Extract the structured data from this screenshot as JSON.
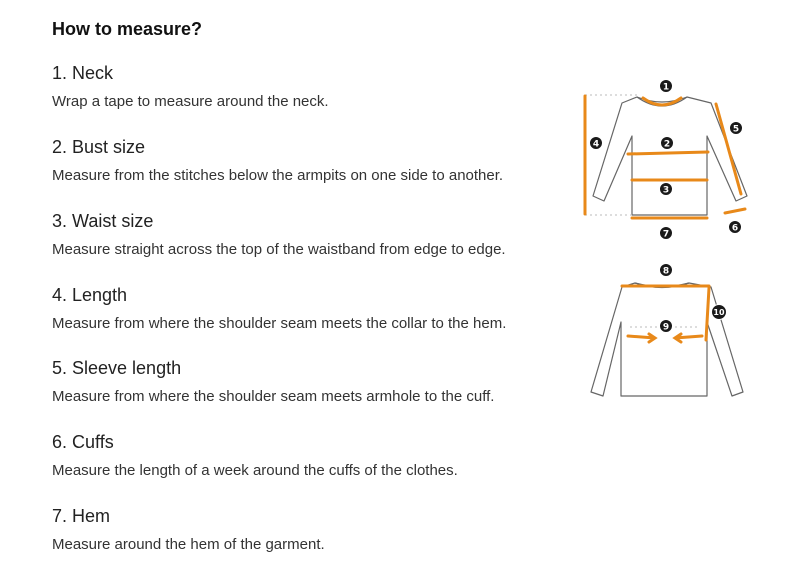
{
  "heading": "How to measure?",
  "items": [
    {
      "title": "1. Neck",
      "desc": "Wrap a tape to measure around the neck."
    },
    {
      "title": "2. Bust size",
      "desc": "Measure from the stitches below the armpits on one side to another."
    },
    {
      "title": "3. Waist size",
      "desc": "Measure straight across the top of the waistband from edge to edge."
    },
    {
      "title": "4. Length",
      "desc": "Measure from where the shoulder seam meets the collar to the hem."
    },
    {
      "title": "5. Sleeve length",
      "desc": "Measure from where the shoulder seam meets armhole to the cuff."
    },
    {
      "title": "6. Cuffs",
      "desc": "Measure the length of a week around the cuffs of the clothes."
    },
    {
      "title": "7. Hem",
      "desc": "Measure around the hem of the garment."
    }
  ],
  "diagram_markers": [
    "1",
    "2",
    "3",
    "4",
    "5",
    "6",
    "7",
    "8",
    "9",
    "10"
  ],
  "colors": {
    "accent": "#e8891a",
    "outline": "#666666",
    "marker": "#1a1a1a"
  }
}
